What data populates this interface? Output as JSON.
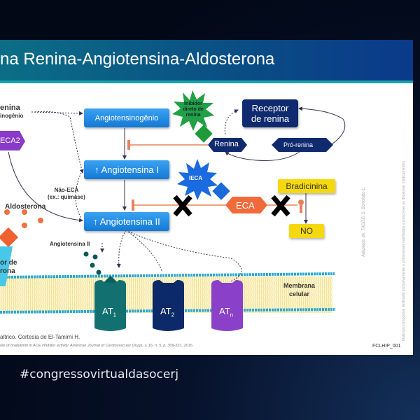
{
  "slide": {
    "title": "na Renina-Angiotensina-Aldosterona",
    "boxes": {
      "angiotensinogenio": "Angiotensinogênio",
      "angiotensina1": "↑ Angiotensina I",
      "angiotensina2": "↑ Angiotensina II",
      "receptor_renina": [
        "Receptor",
        "de renina"
      ],
      "renina": "Renina",
      "pro_renina": "Pró-renina",
      "eca": "ECA",
      "eca2": "ECA2",
      "bradicinina": "Bradicinina",
      "no": "NO"
    },
    "labels": {
      "renina_left": "enina",
      "angiotensinogenio_left": "inogênio",
      "inibidor": [
        "Inibidor",
        "direto de",
        "renina"
      ],
      "ieca": "IECA",
      "nao_eca": [
        "Não-ECA",
        "(ex.: quimase)"
      ],
      "aldosterona": "Aldosterona",
      "receptor_aldo": [
        "or de",
        "rona"
      ],
      "angiotensina2_small": "Angiotensina II",
      "membrana": [
        "Membrana",
        "celular"
      ],
      "at1": "AT",
      "at1_sub": "1",
      "at2": "AT",
      "at2_sub": "2",
      "atn": "AT",
      "atn_sub": "n"
    },
    "footer": {
      "credit": "altrico. Cortesia de El-Tamimi H.",
      "reference": "ole of bradykinin in ACE inhibitor activity. American Journal of Cardiovascular Drugs, v. 16, n. 5, p. 309-321, 2016.",
      "code": "FCLHIP_001"
    },
    "side": {
      "adapted": "Adaptado de: TADDEI S, Bortolotto L.",
      "disclaimer": "Material promocional destinado exclusivamente a profissionais habilitados a prescrever ou dispensar medicamentos"
    }
  },
  "hashtag": "#congressovirtualdasocerj"
}
